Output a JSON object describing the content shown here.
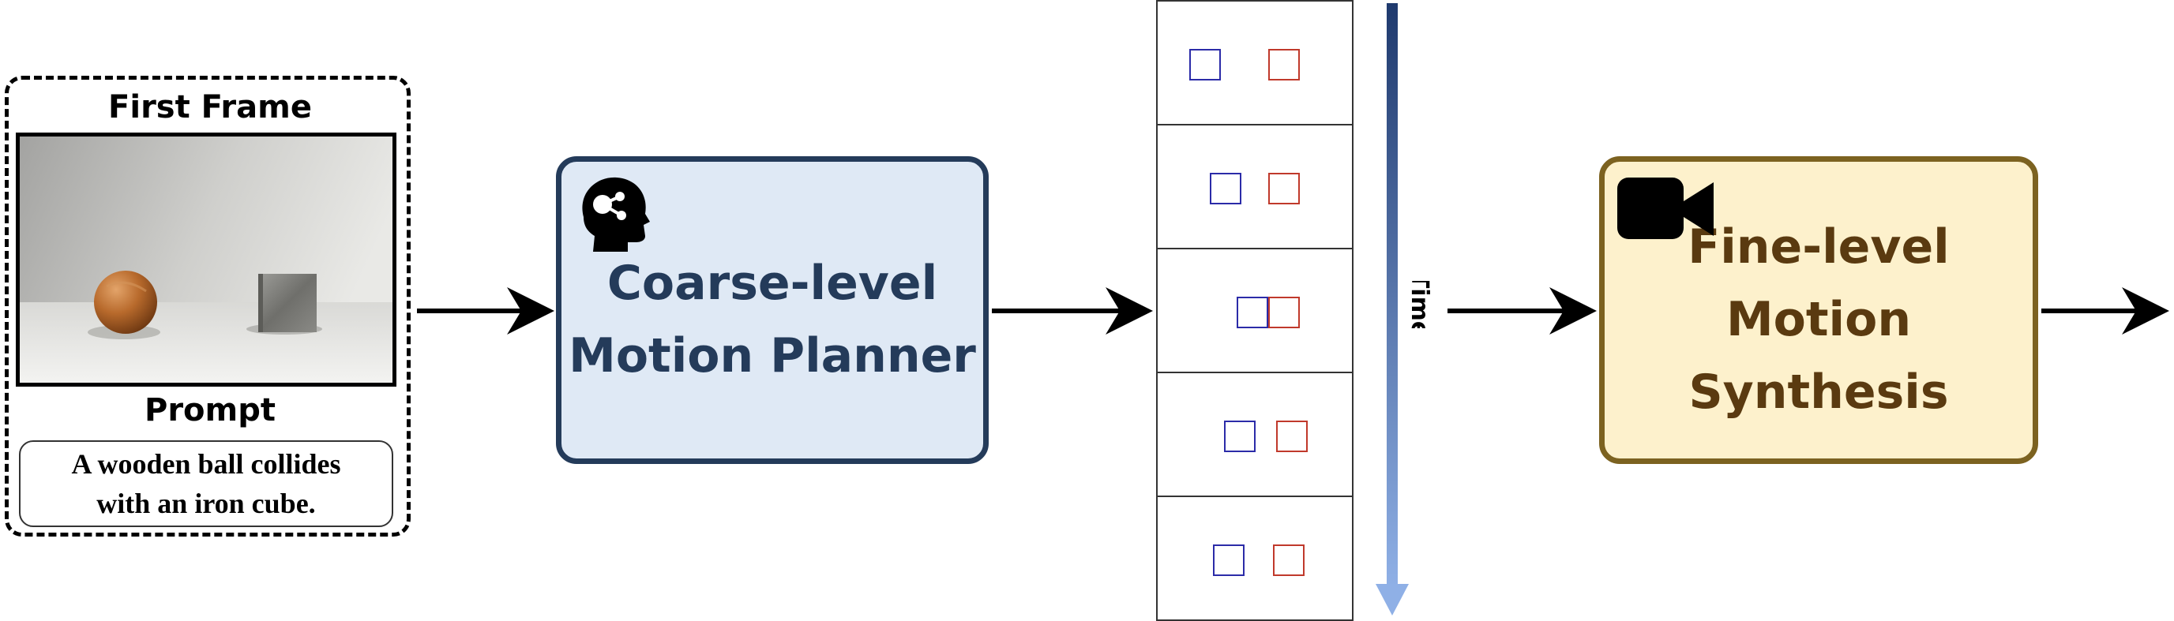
{
  "input": {
    "first_frame_label": "First Frame",
    "prompt_label": "Prompt",
    "prompt_text": "A wooden ball collides\nwith an iron cube."
  },
  "coarse": {
    "label": "Coarse-level\nMotion Planner",
    "icon": "head-brain-icon"
  },
  "fine": {
    "label": "Fine-level\nMotion Synthesis",
    "icon": "video-camera-icon"
  },
  "timeline": {
    "axis_label": "Time",
    "frame_count": 5
  },
  "colors": {
    "coarse_fill": "#dfe9f5",
    "coarse_border": "#243b5a",
    "fine_fill": "#fdf1cc",
    "fine_border": "#7c6220",
    "ball_box": "#2b2ba8",
    "cube_box": "#c0392b",
    "time_arrow_top": "#1f3a6e",
    "time_arrow_bottom": "#8fb0e6"
  }
}
